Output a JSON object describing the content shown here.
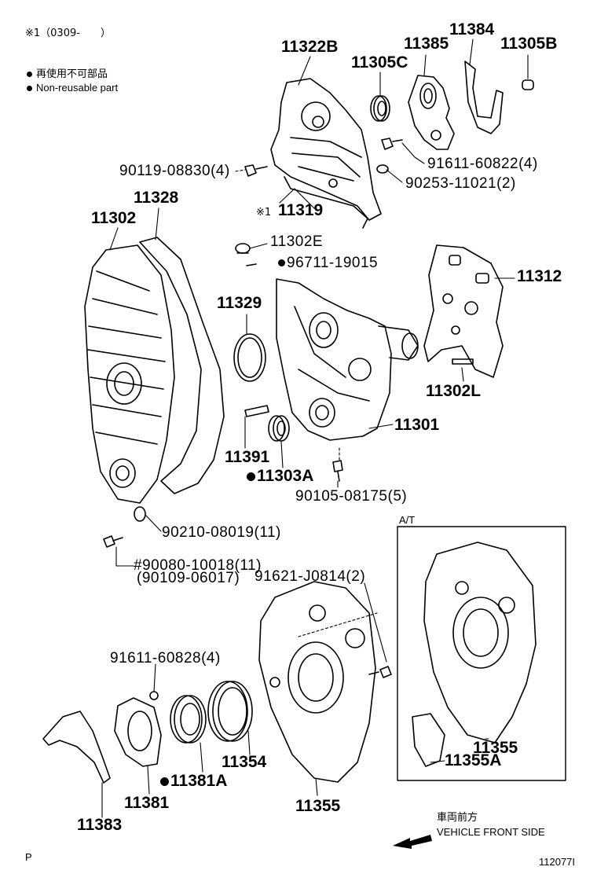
{
  "header": {
    "note": "※1（0309-　　）",
    "legend_jp": "再使用不可部品",
    "legend_en": "Non-reusable part"
  },
  "parts": {
    "p11322B": "11322B",
    "p11385": "11385",
    "p11384": "11384",
    "p11305C": "11305C",
    "p11305B": "11305B",
    "p90119": "90119-08830(4)",
    "p91611_822": "91611-60822(4)",
    "p90253": "90253-11021(2)",
    "p11328": "11328",
    "p11302": "11302",
    "p11319": "11319",
    "p11319_mark": "※1",
    "p11302E": "11302E",
    "p96711": "96711-19015",
    "p11312": "11312",
    "p11329": "11329",
    "p11302L": "11302L",
    "p11301": "11301",
    "p11391": "11391",
    "p11303A": "11303A",
    "p90105": "90105-08175(5)",
    "p90210": "90210-08019(11)",
    "p90080": "#90080-10018(11)",
    "p90109": "(90109-06017)",
    "p91621": "91621-J0814(2)",
    "at_label": "A/T",
    "p91611_828": "91611-60828(4)",
    "p11354": "11354",
    "p11381A": "11381A",
    "p11381": "11381",
    "p11383": "11383",
    "p11355": "11355",
    "p11355_at": "11355",
    "p11355A": "11355A"
  },
  "footer": {
    "direction_jp": "車両前方",
    "direction_en": "VEHICLE FRONT SIDE",
    "page_letter": "P",
    "figure_id": "112077I"
  }
}
